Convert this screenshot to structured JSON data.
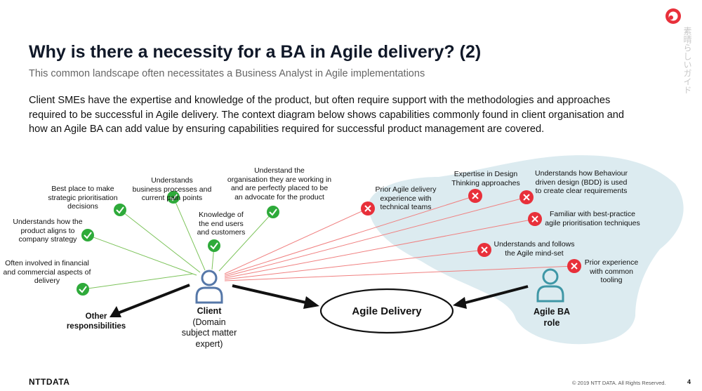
{
  "slide": {
    "title": "Why is there a necessity for a BA in Agile delivery? (2)",
    "subtitle": "This common landscape often necessitates a Business Analyst in Agile implementations",
    "intro": [
      "Client SMEs have the expertise and knowledge of the product,  but often require support with the methodologies and approaches",
      "required to be successful in Agile delivery. The context diagram below shows capabilities commonly found in client organisation and",
      "how an Agile BA can add value by ensuring capabilities required for successful product management are covered."
    ],
    "jp_text": "素晴らしいガイド",
    "logo": "NTTDATA",
    "copyright": "© 2019 NTT DATA. All Rights Reserved.",
    "page_number": "4"
  },
  "diagram": {
    "client_label": "Client",
    "client_sub": [
      "(Domain",
      "subject matter",
      "expert)"
    ],
    "agile_ba_label": [
      "Agile BA",
      "role"
    ],
    "center_label": "Agile Delivery",
    "other_label": [
      "Other",
      "responsibilities"
    ],
    "client_strengths": [
      [
        "Often involved in financial",
        "and commercial aspects of",
        "delivery"
      ],
      [
        "Understands how the",
        "product aligns to",
        "company strategy"
      ],
      [
        "Best place to make",
        "strategic prioritisation",
        "decisions"
      ],
      [
        "Understands",
        "business processes and",
        "current pain points"
      ],
      [
        "Knowledge of",
        "the end users",
        "and customers"
      ],
      [
        "Understand the",
        "organisation they are working in",
        "and are perfectly placed to be",
        "an advocate for the product"
      ]
    ],
    "client_gaps": [
      [
        "Prior Agile delivery",
        "experience with",
        "technical teams"
      ],
      [
        "Expertise in Design",
        "Thinking approaches"
      ],
      [
        "Understands how Behaviour",
        "driven design (BDD) is used",
        "to create clear requirements"
      ],
      [
        "Familiar with best-practice",
        "agile prioritisation techniques"
      ],
      [
        "Understands and follows",
        "the Agile mind-set"
      ],
      [
        "Prior experience",
        "with common",
        "tooling"
      ]
    ],
    "colors": {
      "check": "#2eaa3a",
      "cross": "#e8303a",
      "green_line": "#7cc35a",
      "red_line": "#f08080",
      "person_blue": "#5577a8",
      "person_teal": "#3f97a6",
      "ba_blob": "#dcebf0"
    }
  }
}
